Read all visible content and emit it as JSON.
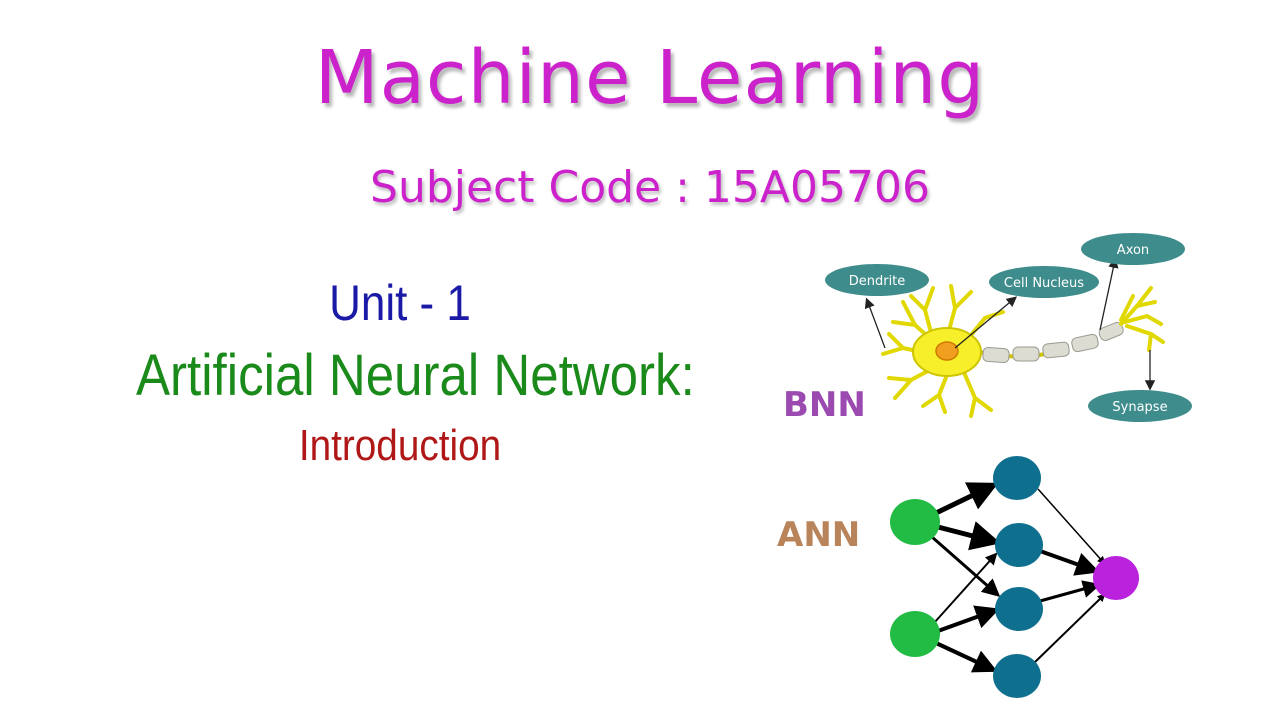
{
  "slide": {
    "title": "Machine Learning",
    "subject_code": "Subject Code : 15A05706",
    "unit": "Unit - 1",
    "topic": "Artificial Neural Network:",
    "subtopic": "Introduction",
    "bnn_label": "BNN",
    "ann_label": "ANN"
  },
  "neuron_diagram": {
    "labels": {
      "dendrite": "Dendrite",
      "cell_nucleus": "Cell Nucleus",
      "axon": "Axon",
      "synapse": "Synapse"
    }
  },
  "ann_diagram": {
    "input_nodes": 2,
    "hidden_nodes": 4,
    "output_nodes": 1
  },
  "colors": {
    "title": "#cc22cc",
    "unit": "#1a1aa6",
    "topic": "#1a8a1a",
    "subtopic": "#b01818",
    "bnn_label": "#9b4bb0",
    "ann_label": "#b9845a",
    "pill": "#3f8c8c",
    "input_node": "#22bb44",
    "hidden_node": "#0f6f8f",
    "output_node": "#bb22dd"
  }
}
